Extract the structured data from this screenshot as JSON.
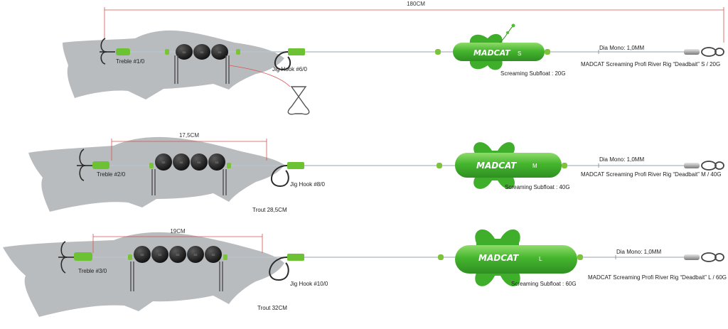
{
  "overall_length": "180CM",
  "colors": {
    "fish": "#b9bcbf",
    "float": "#3fae2a",
    "float_light": "#7fd45c",
    "bead": "#7cc33a",
    "weight": "#2a2a2a",
    "dim_line": "#d9534f",
    "mono": "#b8c4cc"
  },
  "rigs": [
    {
      "treble": "Treble #1/0",
      "jig_hook": "Jig Hook #6/0",
      "subfloat": "Screaming Subfloat : 20G",
      "size": "S",
      "brand": "MADCAT",
      "mono": "Dia Mono: 1,0MM",
      "rig_name": "MADCAT Screaming Profi River Rig “Deadbait” S / 20G",
      "weight_mark": "SG"
    },
    {
      "treble": "Treble #2/0",
      "jig_hook": "Jig Hook #8/0",
      "subfloat": "Screaming Subfloat : 40G",
      "size": "M",
      "brand": "MADCAT",
      "mono": "Dia Mono: 1,0MM",
      "rig_name": "MADCAT Screaming Profi River Rig “Deadbait” M / 40G",
      "dimension": "17,5CM",
      "trout": "Trout 28,5CM",
      "weight_mark": "SG"
    },
    {
      "treble": "Treble #3/0",
      "jig_hook": "Jig Hook #10/0",
      "subfloat": "Screaming Subfloat : 60G",
      "size": "L",
      "brand": "MADCAT",
      "mono": "Dia Mono: 1,0MM",
      "rig_name": "MADCAT Screaming Profi River Rig “Deadbait” L / 60G",
      "dimension": "19CM",
      "trout": "Trout 32CM",
      "weight_mark": "SG"
    }
  ]
}
